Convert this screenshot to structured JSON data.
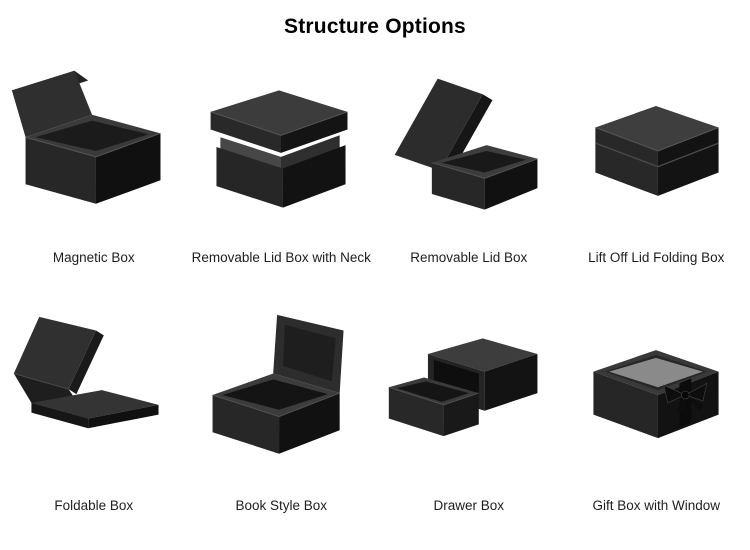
{
  "title": "Structure Options",
  "items": [
    {
      "name": "magnetic-box",
      "label": "Magnetic Box"
    },
    {
      "name": "removable-lid-box-with-neck",
      "label": "Removable Lid Box with Neck"
    },
    {
      "name": "removable-lid-box",
      "label": "Removable Lid Box"
    },
    {
      "name": "lift-off-lid-folding-box",
      "label": "Lift Off Lid Folding Box"
    },
    {
      "name": "foldable-box",
      "label": "Foldable Box"
    },
    {
      "name": "book-style-box",
      "label": "Book Style Box"
    },
    {
      "name": "drawer-box",
      "label": "Drawer Box"
    },
    {
      "name": "gift-box-with-window",
      "label": "Gift Box with Window"
    }
  ],
  "colors": {
    "background": "#ffffff",
    "title_text": "#000000",
    "label_text": "#1e1e1e",
    "box_top": "#3d3d3d",
    "box_front": "#262626",
    "box_side": "#121212",
    "box_interior": "#161616",
    "window_gray": "#8a8a8a"
  }
}
